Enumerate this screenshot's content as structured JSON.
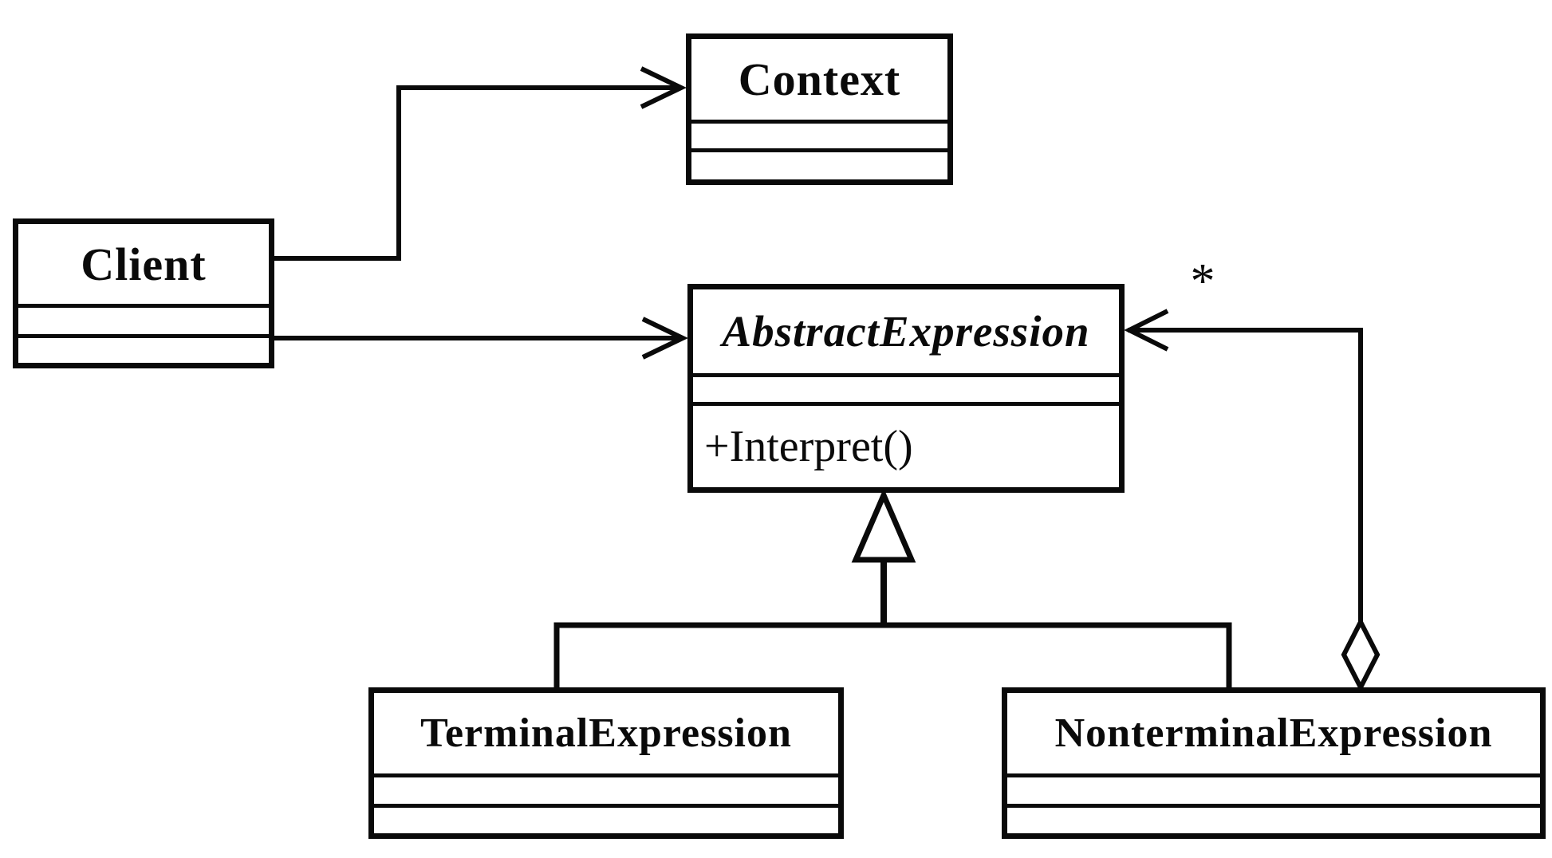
{
  "diagram": {
    "kind": "uml-class-diagram",
    "pattern": "Interpreter"
  },
  "classes": {
    "context": {
      "name": "Context",
      "attributes": "",
      "methods": ""
    },
    "client": {
      "name": "Client",
      "attributes": "",
      "methods": ""
    },
    "abstract_expression": {
      "name": "AbstractExpression",
      "abstract": true,
      "attributes": "",
      "methods": "+Interpret()"
    },
    "terminal_expression": {
      "name": "TerminalExpression",
      "attributes": "",
      "methods": ""
    },
    "nonterminal_expression": {
      "name": "NonterminalExpression",
      "attributes": "",
      "methods": ""
    }
  },
  "labels": {
    "multiplicity_star": "*"
  },
  "relationships": [
    {
      "from": "Client",
      "to": "Context",
      "type": "association-arrow"
    },
    {
      "from": "Client",
      "to": "AbstractExpression",
      "type": "association-arrow"
    },
    {
      "from": "TerminalExpression",
      "to": "AbstractExpression",
      "type": "generalization"
    },
    {
      "from": "NonterminalExpression",
      "to": "AbstractExpression",
      "type": "generalization"
    },
    {
      "from": "NonterminalExpression",
      "to": "AbstractExpression",
      "type": "aggregation",
      "multiplicity": "*"
    }
  ],
  "colors": {
    "line": "#0a0a0a",
    "background": "#ffffff",
    "box_fill": "#ffffff"
  }
}
